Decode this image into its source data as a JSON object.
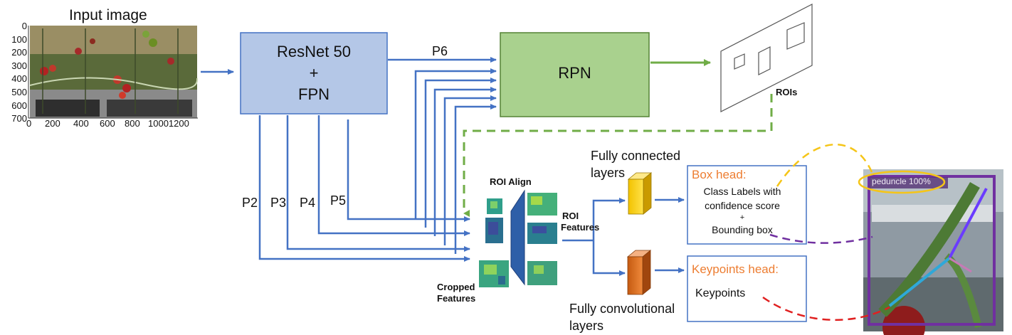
{
  "input": {
    "title": "Input image",
    "y_ticks": [
      "0",
      "100",
      "200",
      "300",
      "400",
      "500",
      "600",
      "700"
    ],
    "x_ticks": [
      "0",
      "200",
      "400",
      "600",
      "800",
      "10001200"
    ]
  },
  "backbone": {
    "line1": "ResNet 50",
    "line2": "+",
    "line3": "FPN"
  },
  "rpn": {
    "label": "RPN"
  },
  "pyramid": {
    "p6": "P6",
    "p2": "P2",
    "p3": "P3",
    "p4": "P4",
    "p5": "P5"
  },
  "rois": {
    "label": "ROIs"
  },
  "roi_align": {
    "label": "ROI Align",
    "features_line1": "ROI",
    "features_line2": "Features",
    "cropped_line1": "Cropped",
    "cropped_line2": "Features"
  },
  "fc_layers": {
    "line1": "Fully connected",
    "line2": "layers"
  },
  "conv_layers": {
    "line1": "Fully convolutional",
    "line2": "layers"
  },
  "box_head": {
    "title": "Box head:",
    "line1": "Class Labels with",
    "line2": "confidence score",
    "line3": "+",
    "line4": "Bounding box"
  },
  "keypoints_head": {
    "title": "Keypoints head:",
    "line1": "Keypoints"
  },
  "output": {
    "detection_label": "peduncle 100%"
  },
  "colors": {
    "blue_arrow": "#4472c4",
    "green_arrow": "#70ad47",
    "backbone_fill": "#b4c7e7",
    "rpn_fill": "#a9d18e",
    "head_title": "#ed7d31",
    "yellow_dash": "#f5c518",
    "purple_dash": "#7030a0",
    "red_dash": "#e02020"
  }
}
